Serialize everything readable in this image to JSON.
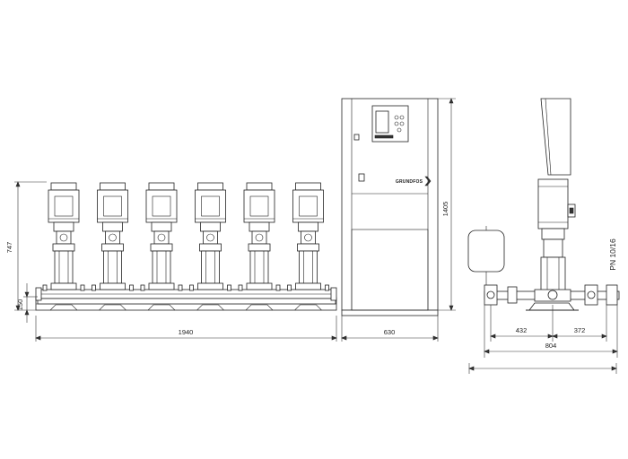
{
  "front_view": {
    "pump_count": 6,
    "dims": {
      "width": "1940",
      "height": "747",
      "inlet_height": "150"
    }
  },
  "cabinet_view": {
    "brand_logo": "GRUNDFOS",
    "dims": {
      "width": "630",
      "height": "1405"
    }
  },
  "side_view": {
    "pressure_rating": "PN 10/16",
    "dims": {
      "left": "432",
      "right": "372",
      "total": "804"
    }
  },
  "colors": {
    "line": "#222222",
    "background": "#ffffff"
  }
}
